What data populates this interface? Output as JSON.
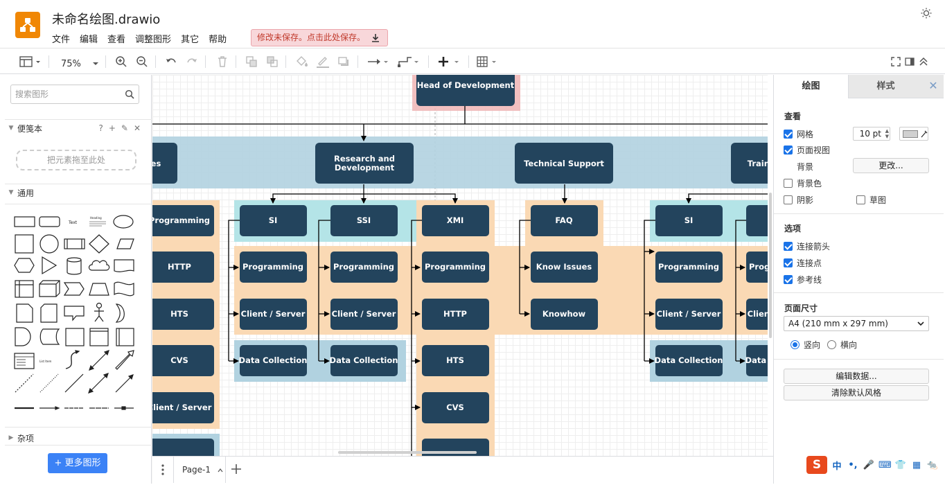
{
  "app": {
    "title": "未命名绘图.drawio",
    "menus": [
      "文件",
      "编辑",
      "查看",
      "调整图形",
      "其它",
      "帮助"
    ],
    "save_warning": "修改未保存。点击此处保存。",
    "accent_orange": "#f08705"
  },
  "toolbar": {
    "zoom": "75%",
    "icons": [
      "format-panel-icon",
      "zoom-in-icon",
      "zoom-out-icon",
      "undo-icon",
      "redo-icon",
      "delete-icon",
      "to-front-icon",
      "to-back-icon",
      "fill-color-icon",
      "line-color-icon",
      "shadow-icon",
      "connection-icon",
      "waypoints-icon",
      "insert-icon",
      "table-icon",
      "fullscreen-icon",
      "toggle-panel-icon",
      "collapse-icon"
    ]
  },
  "left_panel": {
    "search_placeholder": "搜索图形",
    "scratchpad_label": "便笺本",
    "scratchpad_tools": [
      "?",
      "+",
      "✎",
      "✕"
    ],
    "drop_hint": "把元素拖至此处",
    "general_label": "通用",
    "misc_label": "杂项",
    "more_shapes": "+ 更多图形",
    "shape_text_label": "Text",
    "shape_heading_label": "Heading",
    "shape_list_label": "List Item"
  },
  "canvas": {
    "nodes": {
      "head": "Head of Development",
      "rnd": "Research and Development",
      "rnd_line1": "Research and",
      "rnd_line2": "Development",
      "tech": "Technical Support",
      "training": "Training",
      "left_partial": "es",
      "si": "SI",
      "ssi": "SSI",
      "xmi": "XMI",
      "faq": "FAQ",
      "programming": "Programming",
      "http": "HTTP",
      "hts": "HTS",
      "cvs": "CVS",
      "client_server": "Client / Server",
      "data_collection": "Data Collection",
      "know_issues": "Know Issues",
      "knowhow": "Knowhow"
    },
    "colors": {
      "node_fill": "#23445d",
      "band_blue": "#b1d2e0",
      "band_teal": "#b0e3e6",
      "band_orange": "#fad9b4",
      "band_red": "#f0b5b5"
    }
  },
  "pagebar": {
    "page_tab": "Page-1"
  },
  "right_panel": {
    "tabs": [
      "绘图",
      "样式"
    ],
    "view_title": "查看",
    "grid": "网格",
    "grid_checked": true,
    "grid_size": "10 pt",
    "page_view": "页面视图",
    "page_view_checked": true,
    "background": "背景",
    "change_btn": "更改...",
    "bg_color": "背景色",
    "bg_color_checked": false,
    "shadow": "阴影",
    "shadow_checked": false,
    "sketch": "草图",
    "sketch_checked": false,
    "options_title": "选项",
    "conn_arrows": "连接箭头",
    "conn_points": "连接点",
    "guides": "参考线",
    "paper_title": "页面尺寸",
    "paper_size": "A4 (210 mm x 297 mm)",
    "portrait": "竖向",
    "landscape": "横向",
    "orientation": "portrait",
    "edit_data": "编辑数据...",
    "clear_style": "清除默认风格"
  },
  "ime": {
    "logo": "S",
    "items": [
      "中",
      "•,",
      "🎤",
      "⌨",
      "👕",
      "▦",
      "🐀"
    ]
  }
}
